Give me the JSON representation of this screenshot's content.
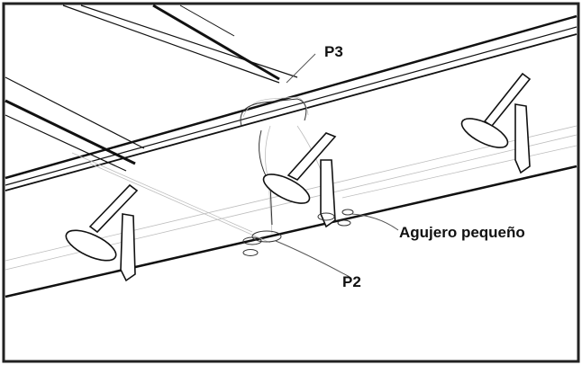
{
  "labels": {
    "p3": "P3",
    "p2": "P2",
    "small_hole": "Agujero pequeño"
  },
  "colors": {
    "line": "#111111",
    "faint": "#bdbdbd",
    "frame": "#222222",
    "background": "#ffffff"
  }
}
